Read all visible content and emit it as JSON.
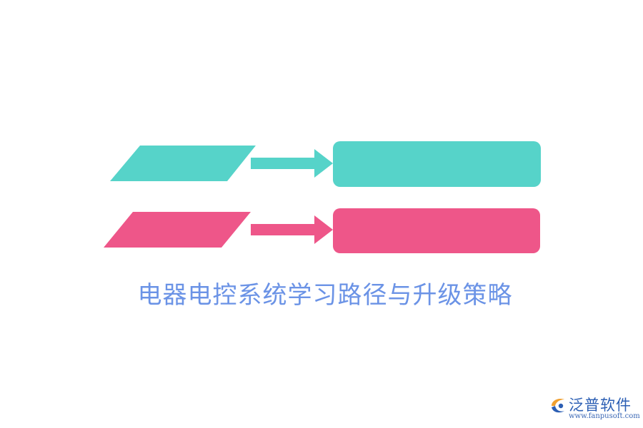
{
  "title": "电器电控系统学习路径与升级策略",
  "colors": {
    "row1": "#56d3c9",
    "row2": "#ee5689",
    "title": "#6b93e6",
    "logo": "#2c5fb4"
  },
  "rows": [
    {
      "color_key": "row1",
      "input_label": "",
      "output_label": ""
    },
    {
      "color_key": "row2",
      "input_label": "",
      "output_label": ""
    }
  ],
  "logo": {
    "name": "泛普软件",
    "url": "www.fanpusoft.com",
    "icon": "fanpu-logo-icon"
  }
}
